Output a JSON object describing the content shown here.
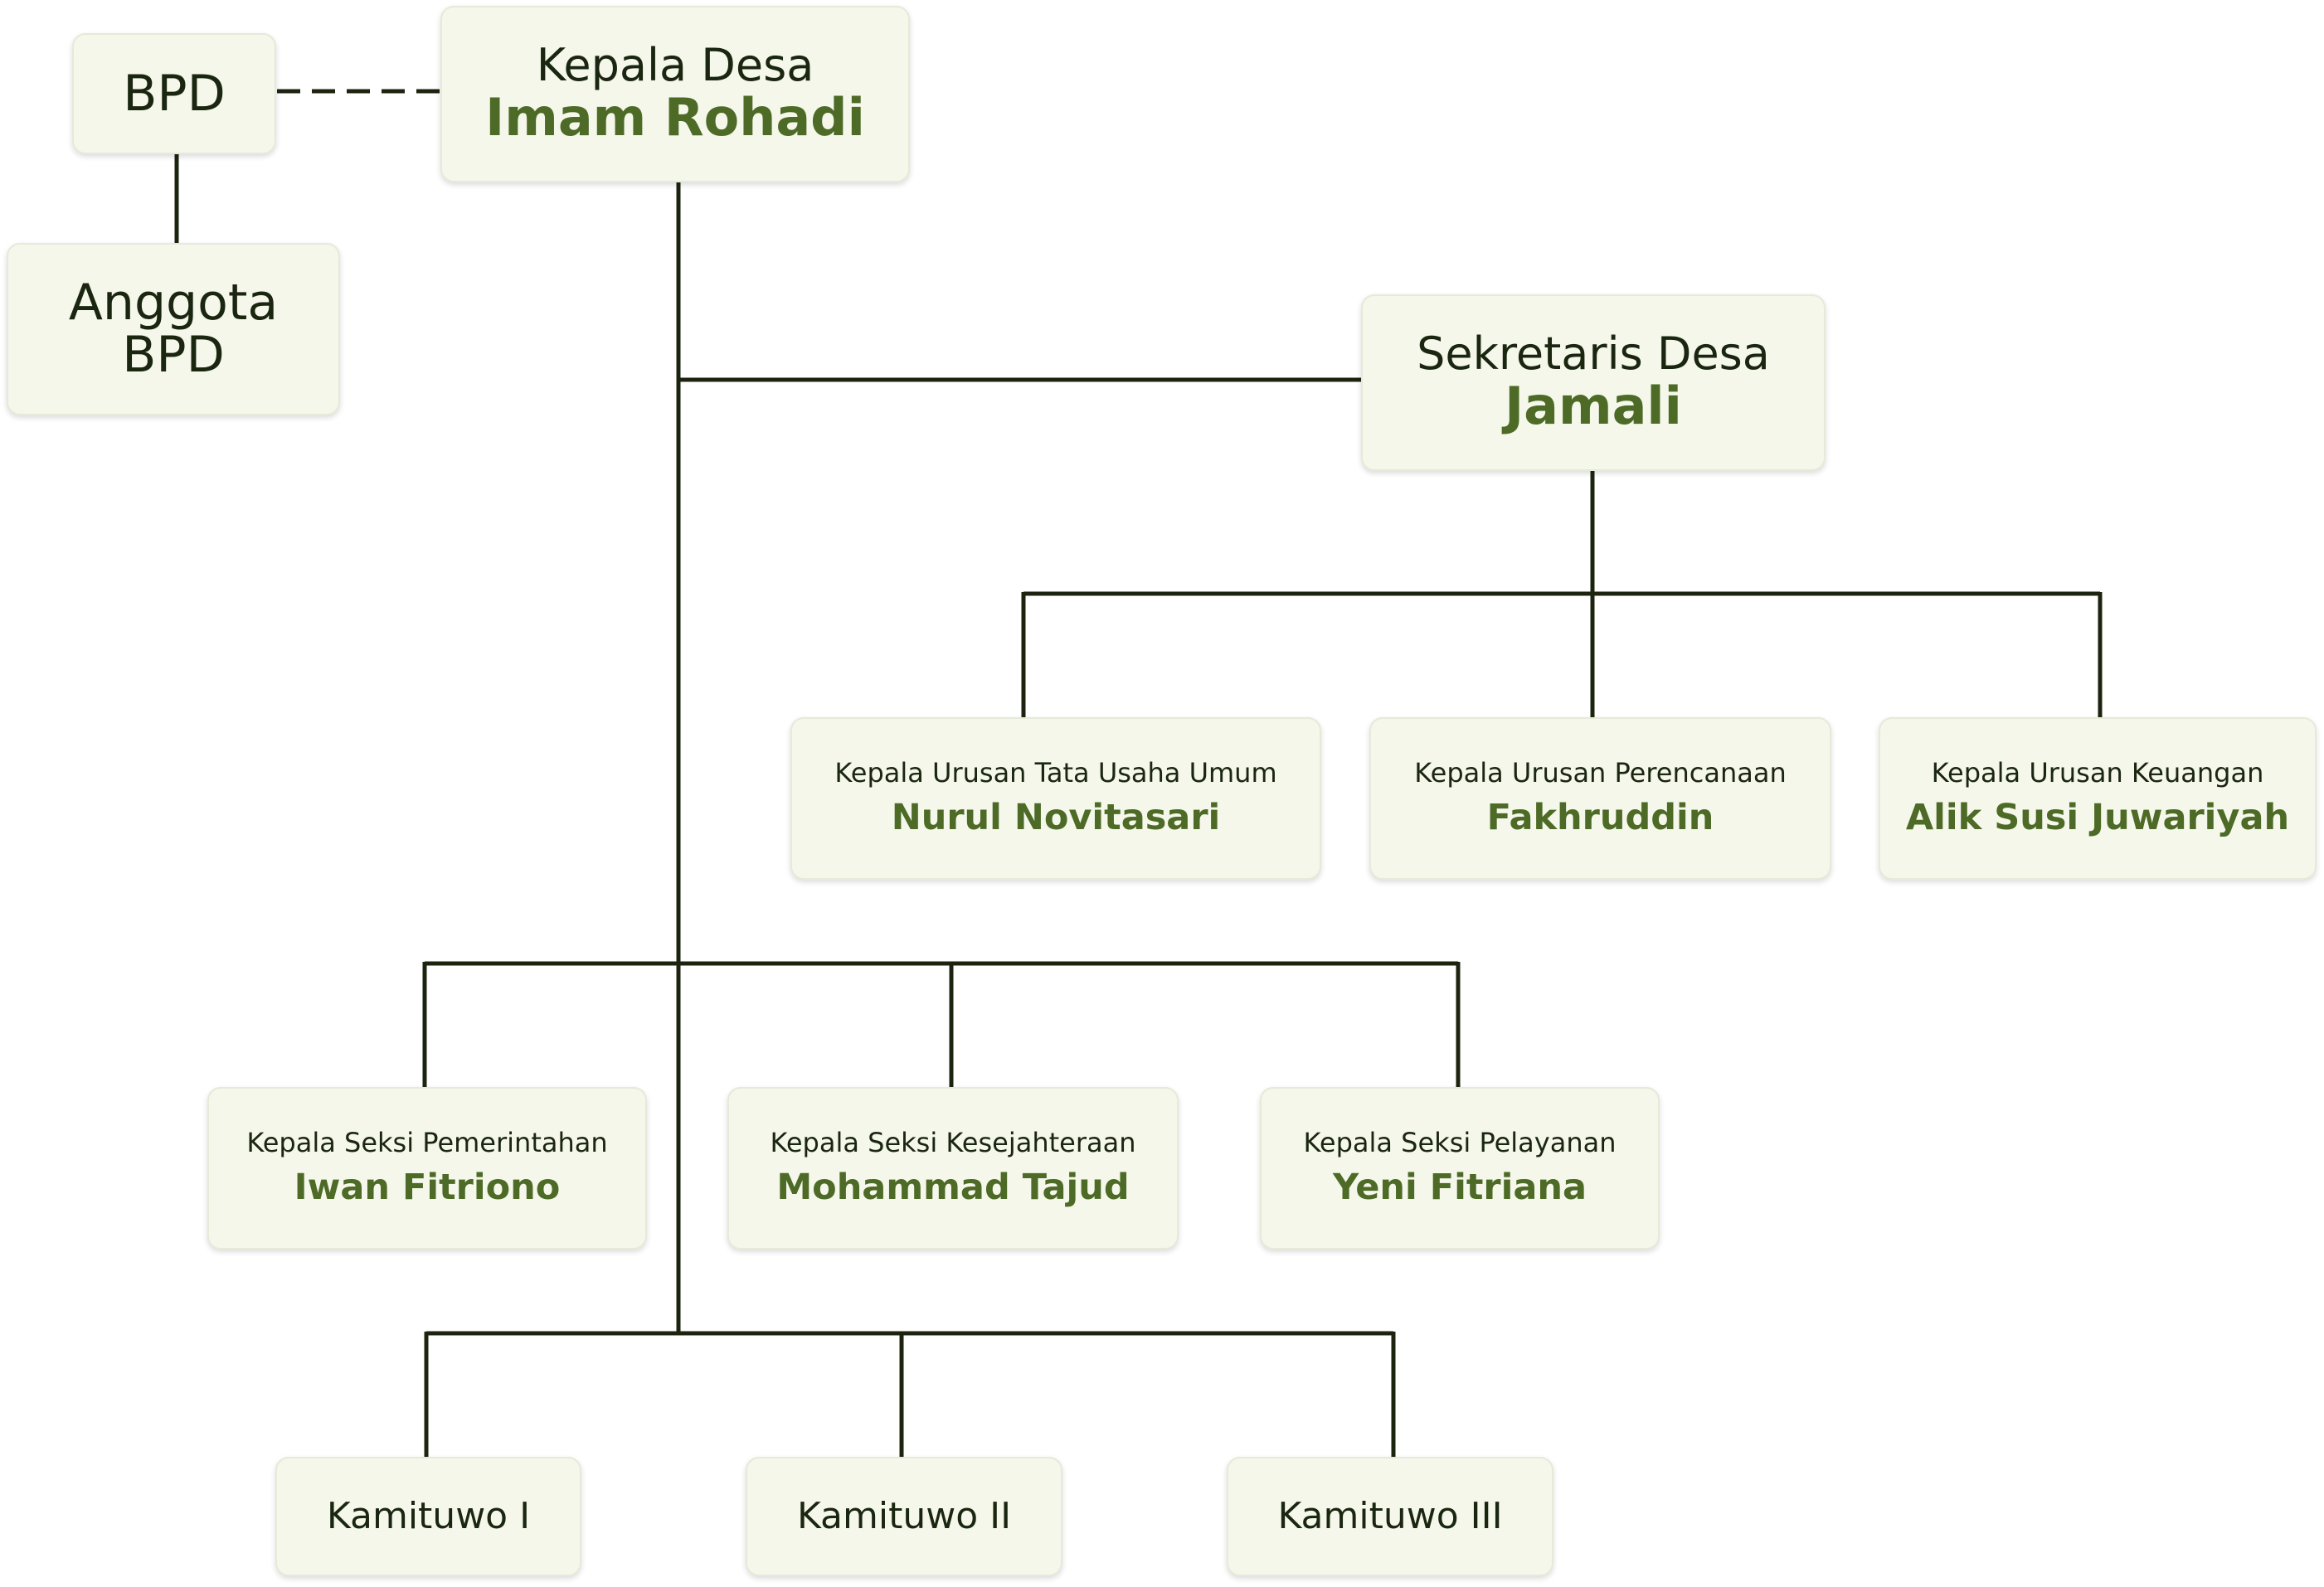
{
  "colors": {
    "box_fill": "#f4f7ea",
    "role_text": "#1b2611",
    "name_text": "#4d6a26",
    "connector": "#1c2410"
  },
  "bpd": {
    "title": "BPD"
  },
  "anggota_bpd": {
    "line1": "Anggota",
    "line2": "BPD"
  },
  "kepala_desa": {
    "role": "Kepala Desa",
    "name": "Imam Rohadi"
  },
  "sekretaris_desa": {
    "role": "Sekretaris Desa",
    "name": "Jamali"
  },
  "urusan": [
    {
      "role": "Kepala Urusan Tata Usaha Umum",
      "name": "Nurul Novitasari"
    },
    {
      "role": "Kepala Urusan Perencanaan",
      "name": "Fakhruddin"
    },
    {
      "role": "Kepala Urusan Keuangan",
      "name": "Alik Susi Juwariyah"
    }
  ],
  "seksi": [
    {
      "role": "Kepala Seksi Pemerintahan",
      "name": "Iwan Fitriono"
    },
    {
      "role": "Kepala Seksi Kesejahteraan",
      "name": "Mohammad Tajud"
    },
    {
      "role": "Kepala Seksi Pelayanan",
      "name": "Yeni Fitriana"
    }
  ],
  "kamituwo": [
    {
      "label": "Kamituwo I"
    },
    {
      "label": "Kamituwo II"
    },
    {
      "label": "Kamituwo III"
    }
  ]
}
